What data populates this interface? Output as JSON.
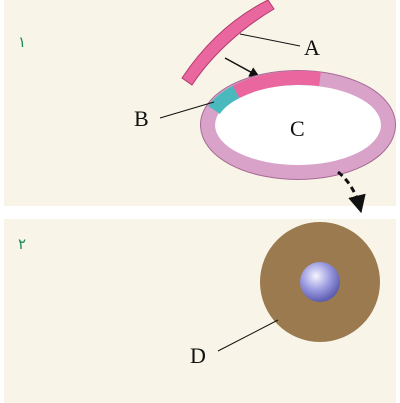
{
  "panels": [
    {
      "number": "۱"
    },
    {
      "number": "۲"
    }
  ],
  "labels": {
    "a": "A",
    "b": "B",
    "c": "C",
    "d": "D"
  },
  "colors": {
    "background": "#f8f5e8",
    "fragment_pink": "#e9669f",
    "plasmid_ring": "#d9a3c9",
    "inserted_segment": "#e9669f",
    "b_segment": "#49b9bd",
    "cell": "#9a7a4e",
    "nucleus": "#7878c8"
  }
}
